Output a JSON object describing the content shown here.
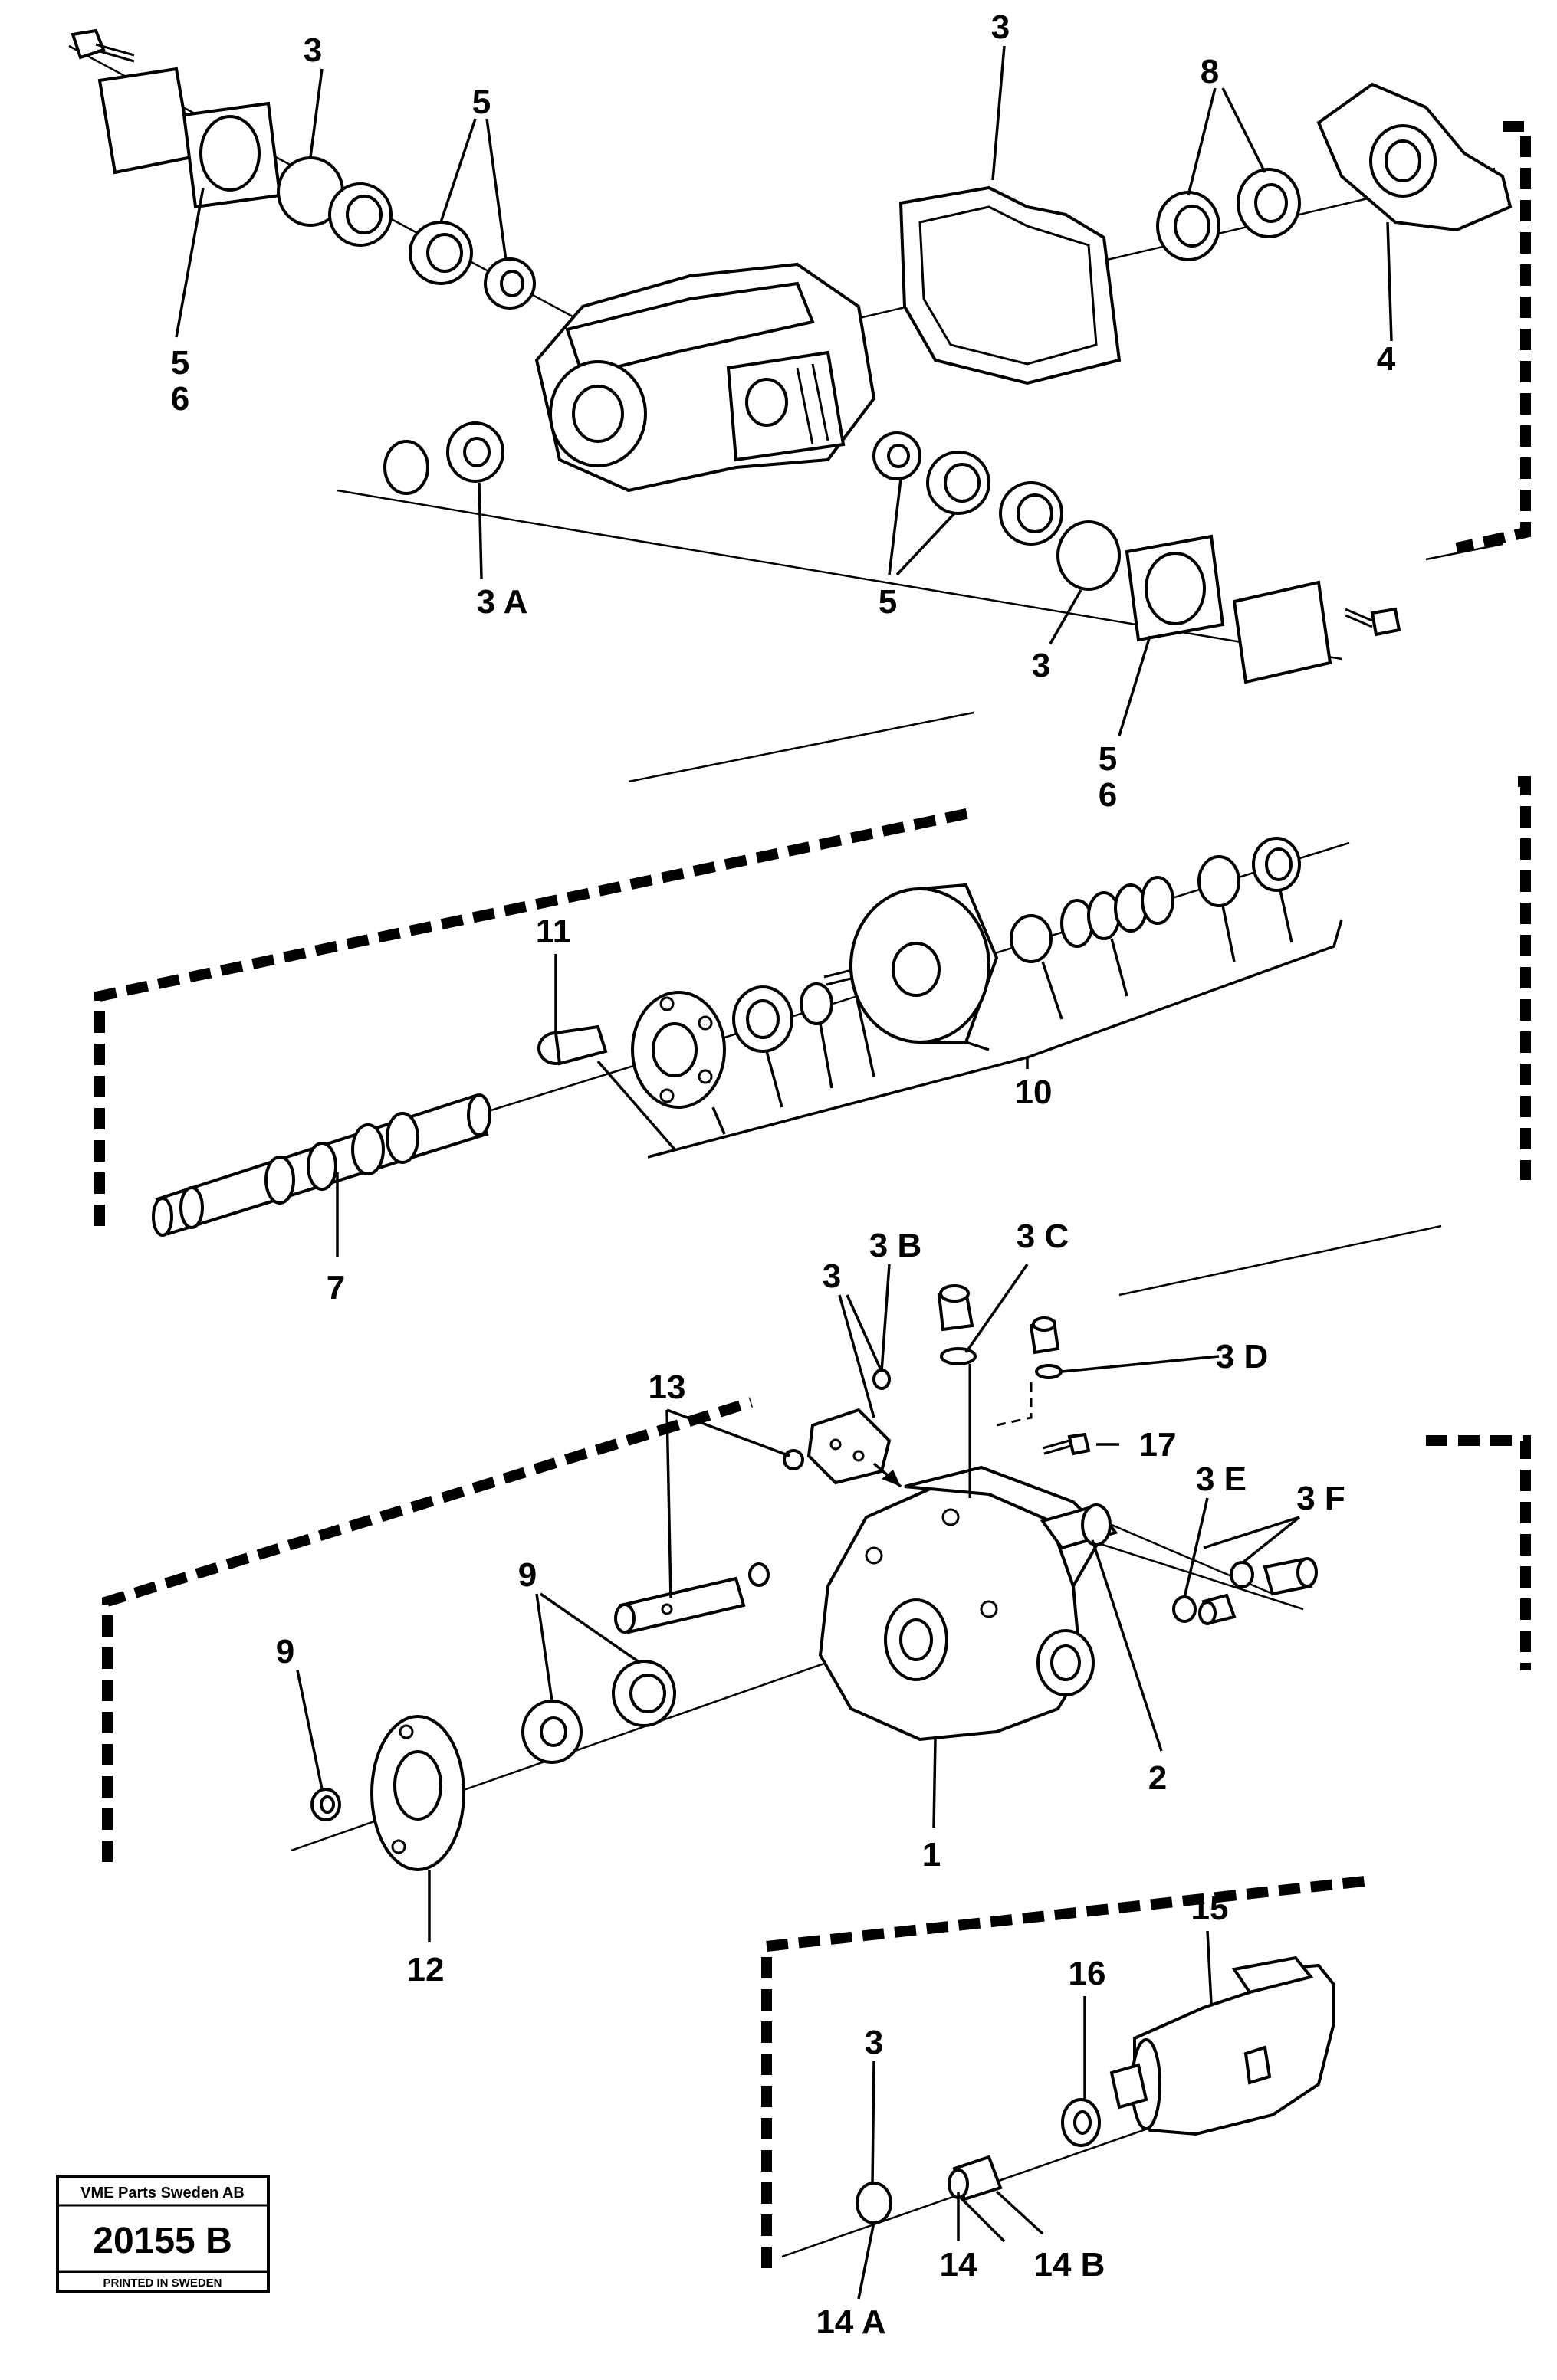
{
  "labels": {
    "l3_a": "3",
    "l5_a": "5",
    "l56_a_top": "5",
    "l56_a_bot": "6",
    "l3A": "3 A",
    "l3_b": "3",
    "l8": "8",
    "l4": "4",
    "l5_b": "5",
    "l3_c": "3",
    "l56_b_top": "5",
    "l56_b_bot": "6",
    "l11": "11",
    "l10": "10",
    "l7": "7",
    "l3B": "3 B",
    "l3C": "3 C",
    "l3_d": "3",
    "l3D": "3 D",
    "l13": "13",
    "l17": "17",
    "l3E": "3 E",
    "l3F": "3 F",
    "l9_a": "9",
    "l9_b": "9",
    "l2": "2",
    "l1": "1",
    "l12": "12",
    "l15": "15",
    "l16": "16",
    "l3_e": "3",
    "l14": "14",
    "l14B": "14 B",
    "l14A": "14 A"
  },
  "titleblock": {
    "company": "VME Parts Sweden AB",
    "number": "20155 B",
    "printed": "PRINTED IN SWEDEN"
  }
}
